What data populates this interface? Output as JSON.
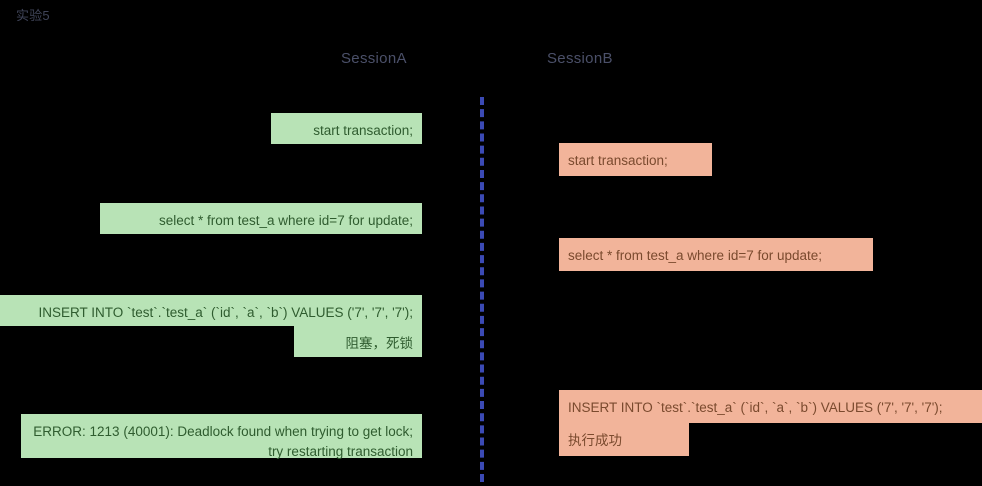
{
  "title": "实验5",
  "colors": {
    "background": "#000000",
    "session_a_box": "#b8e3b6",
    "session_a_text": "#2f5c2f",
    "session_b_box": "#f2b49a",
    "session_b_text": "#7a4a2e",
    "divider": "#3b4ab5",
    "header_text": "#4b5069",
    "title_text": "#3f4458"
  },
  "columns": {
    "session_a": {
      "label": "SessionA"
    },
    "session_b": {
      "label": "SessionB"
    }
  },
  "session_a_messages": [
    {
      "text": "start transaction;"
    },
    {
      "text": "select * from test_a where id=7 for update;"
    },
    {
      "text": "INSERT INTO `test`.`test_a` (`id`, `a`, `b`) VALUES ('7', '7', '7');"
    },
    {
      "text": "阻塞，死锁"
    },
    {
      "text": "ERROR: 1213 (40001): Deadlock found when trying to get lock; try restarting transaction"
    }
  ],
  "session_b_messages": [
    {
      "text": "start transaction;"
    },
    {
      "text": "select * from test_a where id=7 for update;"
    },
    {
      "text": "INSERT INTO `test`.`test_a` (`id`, `a`, `b`) VALUES ('7', '7', '7');"
    },
    {
      "text": "执行成功"
    }
  ]
}
